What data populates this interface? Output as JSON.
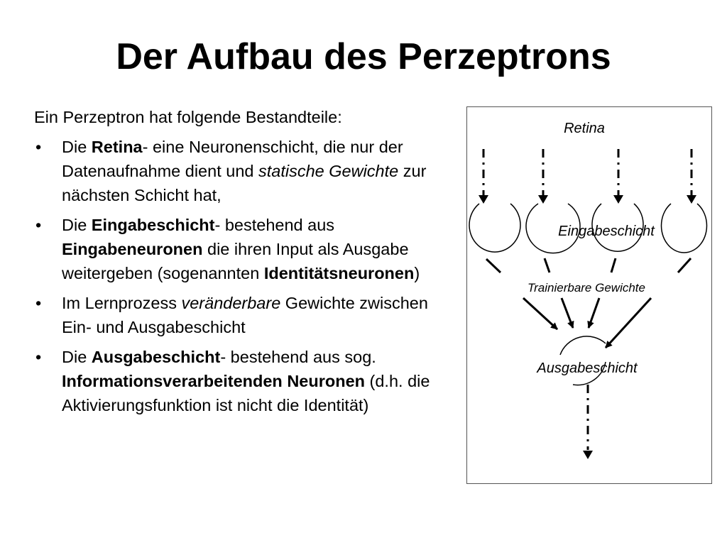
{
  "slide": {
    "title": "Der Aufbau des Perzeptrons",
    "intro": "Ein Perzeptron hat folgende Bestandteile:"
  },
  "bullets": {
    "b1": {
      "t1": "Die ",
      "b1": "Retina",
      "t2": "- eine Neuronenschicht, die nur der Datenaufnahme dient und ",
      "i1": "statische Gewichte",
      "t3": " zur nächsten Schicht hat,"
    },
    "b2": {
      "t1": "Die ",
      "b1": "Eingabeschicht",
      "t2": "- bestehend aus ",
      "b2": "Eingabeneuronen",
      "t3": " die ihren Input als Ausgabe weitergeben (sogenannten ",
      "b3": "Identitätsneuronen",
      "t4": ")"
    },
    "b3": {
      "t1": "Im Lernprozess ",
      "i1": "veränderbare",
      "t2": " Gewichte zwischen Ein- und Ausgabeschicht"
    },
    "b4": {
      "t1": "Die ",
      "b1": "Ausgabeschicht",
      "t2": "- bestehend aus sog. ",
      "b2": "Informationsverarbeitenden Neuronen",
      "t3": " (d.h. die Aktivierungsfunktion ist nicht die Identität)"
    }
  },
  "diagram": {
    "retina_label": "Retina",
    "input_layer_label": "Eingabeschicht",
    "weights_label": "Trainierbare Gewichte",
    "output_layer_label": "Ausgabeschicht",
    "line_color": "#000000",
    "frame_color": "#555555"
  }
}
